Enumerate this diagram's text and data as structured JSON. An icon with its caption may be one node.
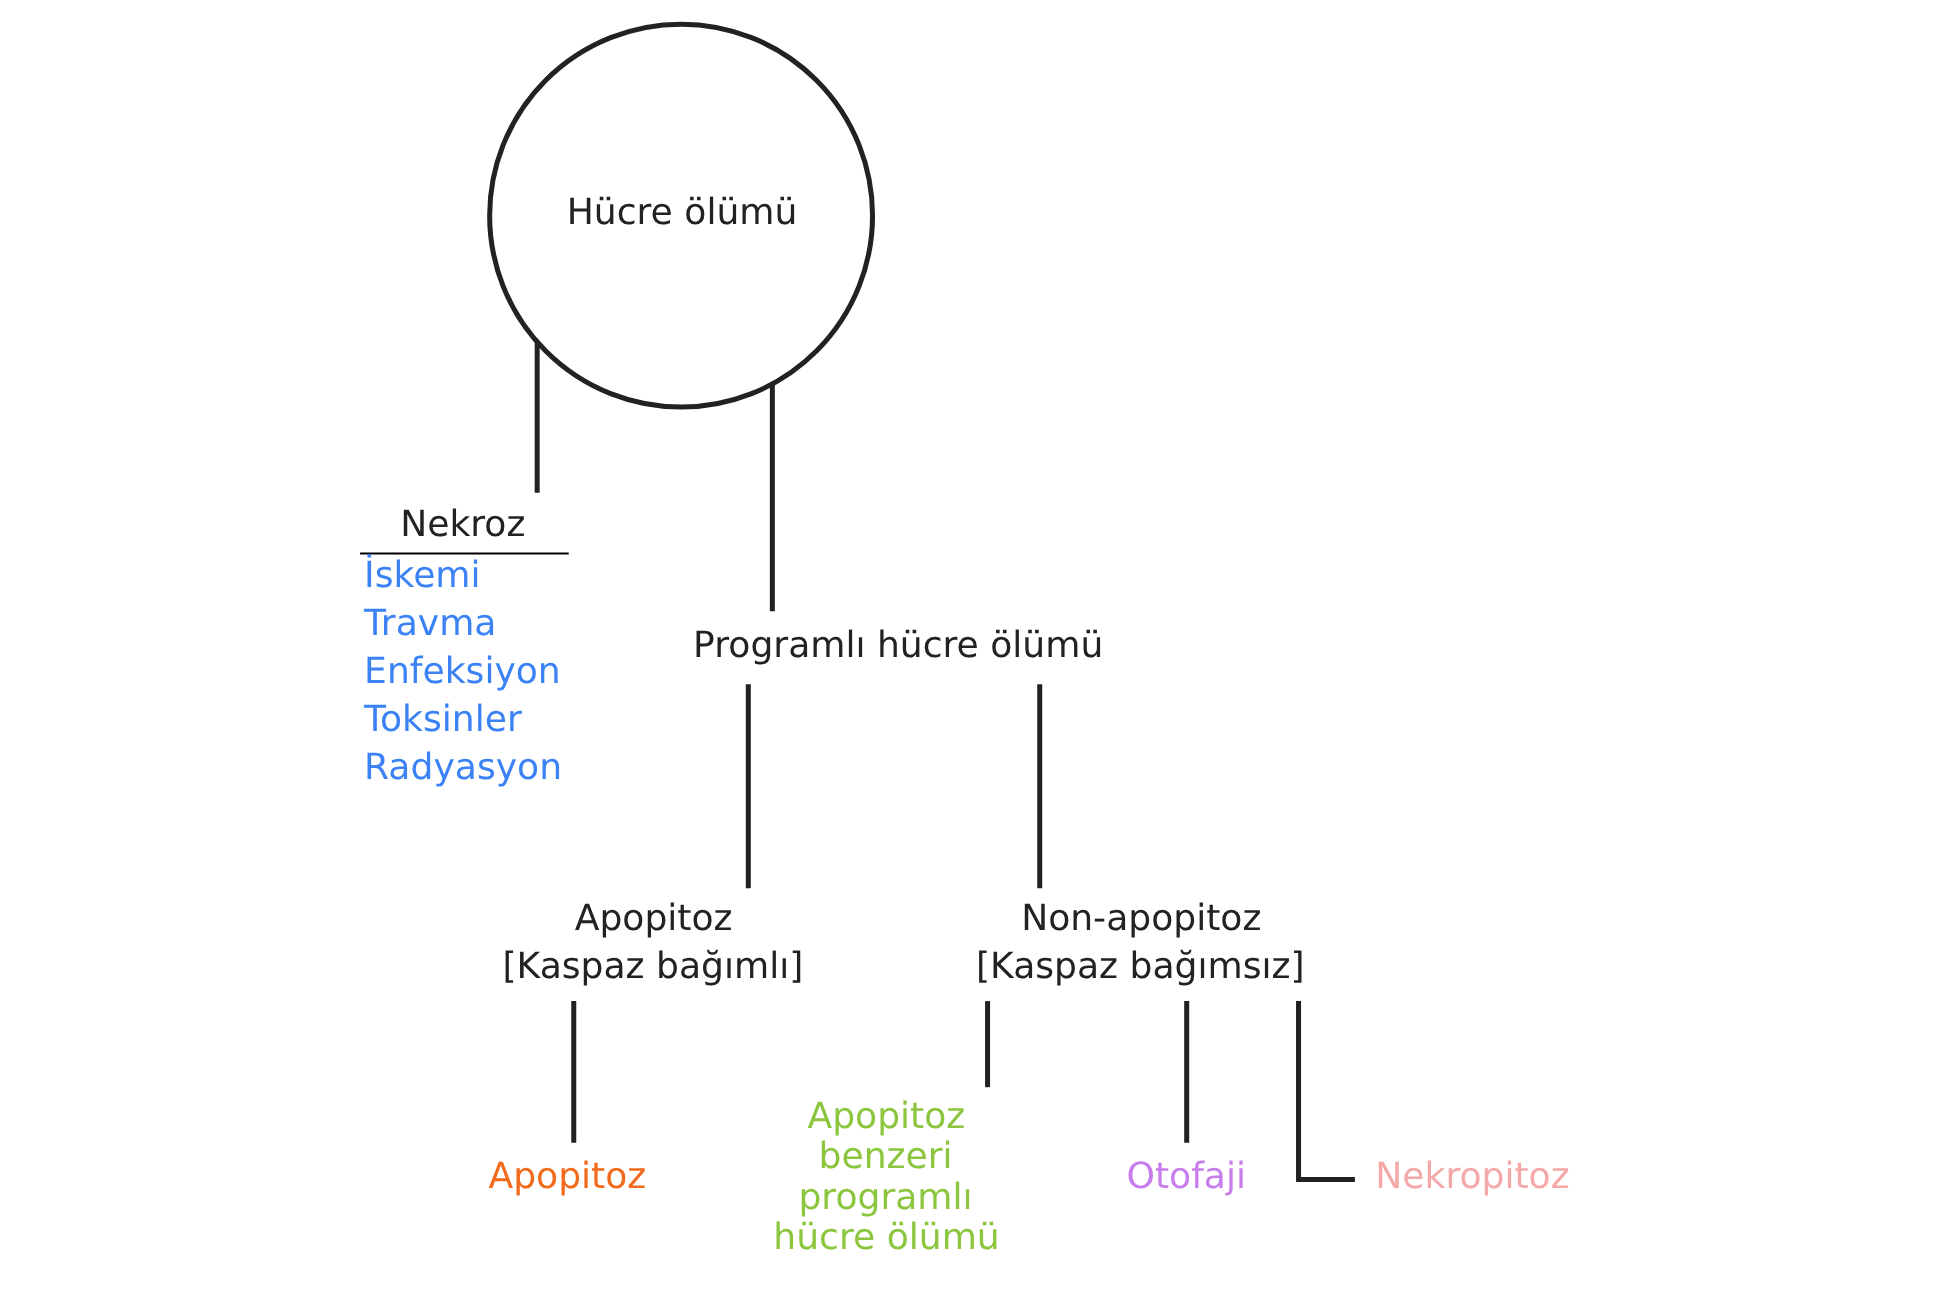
{
  "diagram": {
    "nodes": [
      {
        "text": [
          "Hücre ölümü"
        ]
      },
      {
        "text": [
          "Nekroz",
          "İskemi",
          "Travma",
          "Enfeksiyon",
          "Toksinler",
          "Radyasyon"
        ]
      },
      {
        "text": [
          "Programlı hücre ölümü"
        ]
      },
      {
        "text": [
          "Apopitoz",
          "[Kaspaz bağımlı]"
        ]
      },
      {
        "text": [
          "Non-apopitoz",
          "[Kaspaz bağımsız]"
        ]
      },
      {
        "text": [
          "Apopitoz"
        ]
      },
      {
        "text": [
          "Apopitoz benzeri programlı hücre ölümü"
        ]
      },
      {
        "text": [
          "Otofaji"
        ]
      },
      {
        "text": [
          "Nekropitoz"
        ]
      }
    ],
    "edges": [
      {
        "from": 0,
        "to": 1,
        "arrow": "none"
      },
      {
        "from": 0,
        "to": 2,
        "arrow": "none"
      },
      {
        "from": 2,
        "to": 3,
        "arrow": "none"
      },
      {
        "from": 2,
        "to": 4,
        "arrow": "none"
      },
      {
        "from": 3,
        "to": 5,
        "arrow": "none"
      },
      {
        "from": 4,
        "to": 6,
        "arrow": "none"
      },
      {
        "from": 4,
        "to": 7,
        "arrow": "none"
      },
      {
        "from": 4,
        "to": 8,
        "arrow": "none"
      }
    ]
  }
}
